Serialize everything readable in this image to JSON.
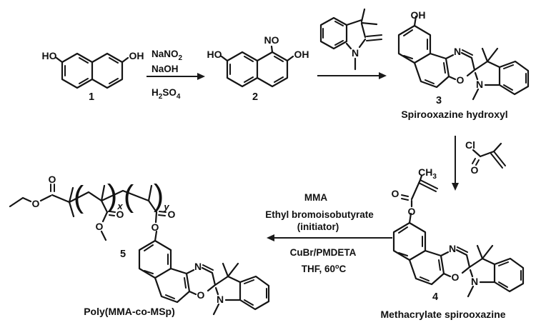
{
  "labels": {
    "ho": "HO",
    "oh": "OH",
    "no": "NO",
    "n": "N",
    "o": "O",
    "cl": "Cl",
    "ch": "CH",
    "three": "3",
    "open_bracket": "(",
    "close_bracket": ")",
    "sub_x": "x",
    "sub_y": "y"
  },
  "compounds": {
    "c1": {
      "number": "1"
    },
    "c2": {
      "number": "2"
    },
    "c3": {
      "number": "3",
      "name": "Spirooxazine hydroxyl"
    },
    "c4": {
      "number": "4",
      "name": "Methacrylate spirooxazine"
    },
    "c5": {
      "number": "5",
      "name": "Poly(MMA-co-MSp)"
    }
  },
  "step1": {
    "reagent1": "NaNO",
    "reagent1_sub": "2",
    "reagent2": "NaOH",
    "acid_h": "H",
    "acid_h_sub": "2",
    "acid_so": "SO",
    "acid_so_sub": "4"
  },
  "step3": {
    "monomer": "MMA",
    "initiator": "Ethyl bromoisobutyrate",
    "initiator_note": "(initiator)",
    "catalyst": "CuBr/PMDETA",
    "solvent": "THF, 60",
    "solvent_sup": "o",
    "solvent_unit": "C"
  }
}
